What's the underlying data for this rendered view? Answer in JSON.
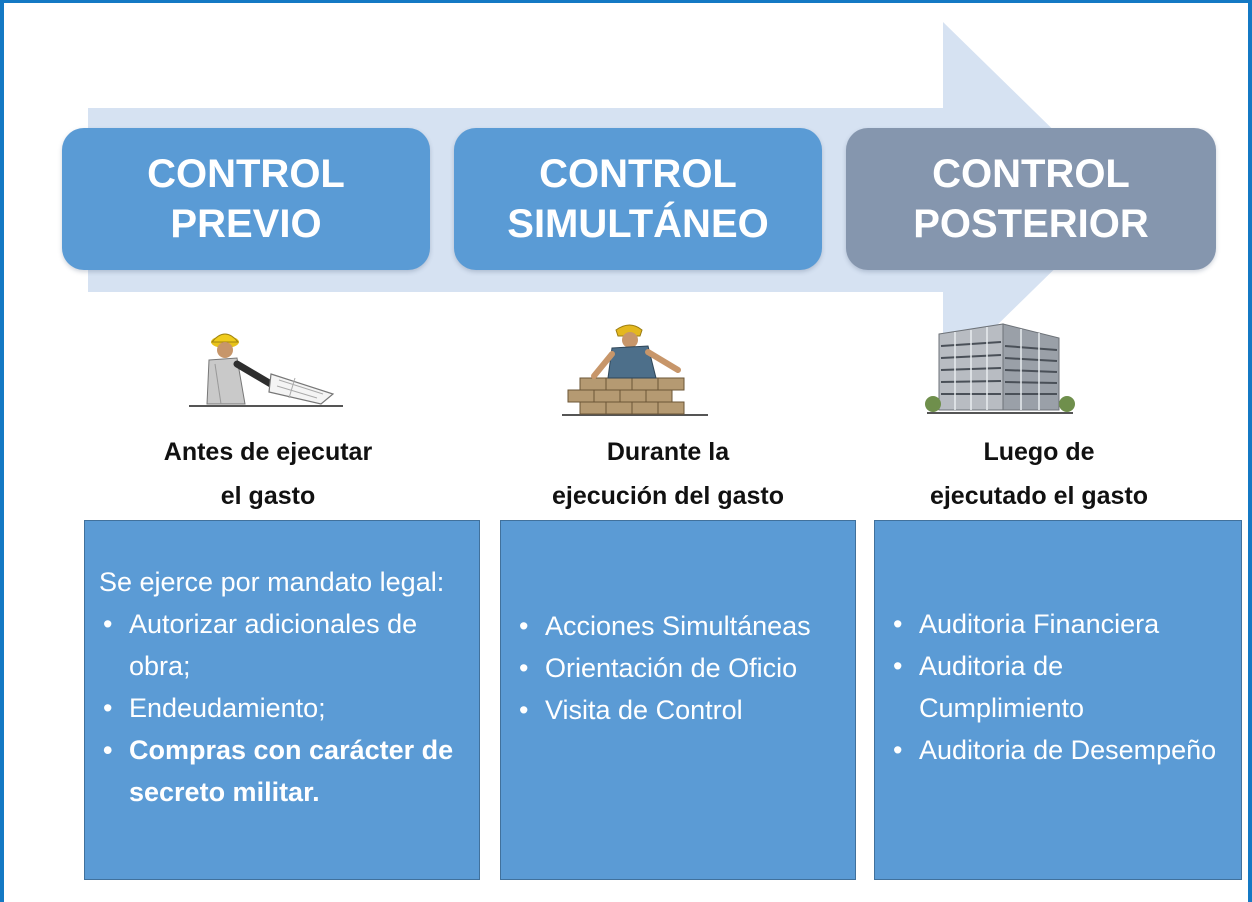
{
  "stages": [
    {
      "title_line1": "CONTROL",
      "title_line2": "PREVIO",
      "illustration_icon": "engineer-reading-plans-icon",
      "timing_line1": "Antes de ejecutar",
      "timing_line2": "el gasto",
      "intro": "Se ejerce por mandato legal:",
      "items": [
        {
          "text": "Autorizar adicionales de obra;",
          "bold": false
        },
        {
          "text": "Endeudamiento;",
          "bold": false
        },
        {
          "text": "Compras con carácter de secreto militar.",
          "bold": true
        }
      ]
    },
    {
      "title_line1": "CONTROL",
      "title_line2": "SIMULTÁNEO",
      "illustration_icon": "bricklayer-worker-icon",
      "timing_line1": "Durante la",
      "timing_line2": "ejecución del gasto",
      "items": [
        {
          "text": "Acciones Simultáneas",
          "bold": false
        },
        {
          "text": "Orientación de Oficio",
          "bold": false
        },
        {
          "text": "Visita de Control",
          "bold": false
        }
      ]
    },
    {
      "title_line1": "CONTROL",
      "title_line2": "POSTERIOR",
      "illustration_icon": "finished-building-icon",
      "timing_line1": "Luego de",
      "timing_line2": "ejecutado el gasto",
      "items": [
        {
          "text": "Auditoria Financiera",
          "bold": false
        },
        {
          "text": "Auditoria de Cumplimiento",
          "bold": false
        },
        {
          "text": "Auditoria de Desempeño",
          "bold": false
        }
      ]
    }
  ],
  "colors": {
    "frame_border": "#1479c4",
    "arrow_fill": "#d6e2f2",
    "stage_blue": "#5a9bd5",
    "stage_gray": "#8596ae",
    "detail_box": "#5b9bd5"
  }
}
